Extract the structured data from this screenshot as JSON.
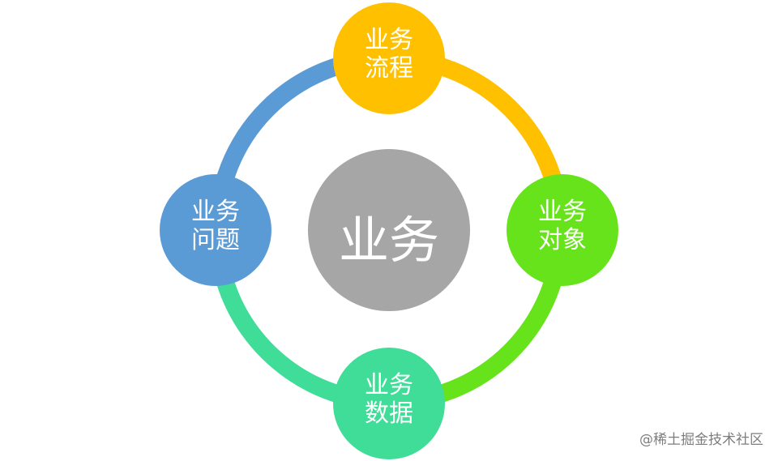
{
  "center": {
    "label": "业务",
    "color": "#a6a6a6"
  },
  "nodes": {
    "top": {
      "line1": "业务",
      "line2": "流程",
      "color": "#ffc000"
    },
    "right": {
      "line1": "业务",
      "line2": "对象",
      "color": "#66e31a"
    },
    "bottom": {
      "line1": "业务",
      "line2": "数据",
      "color": "#40dd98"
    },
    "left": {
      "line1": "业务",
      "line2": "问题",
      "color": "#5b9bd5"
    }
  },
  "ring": {
    "top_right_color": "#ffc000",
    "bottom_right_color": "#66e31a",
    "bottom_left_color": "#40dd98",
    "top_left_color": "#5b9bd5"
  },
  "watermark": "@稀土掘金技术社区"
}
